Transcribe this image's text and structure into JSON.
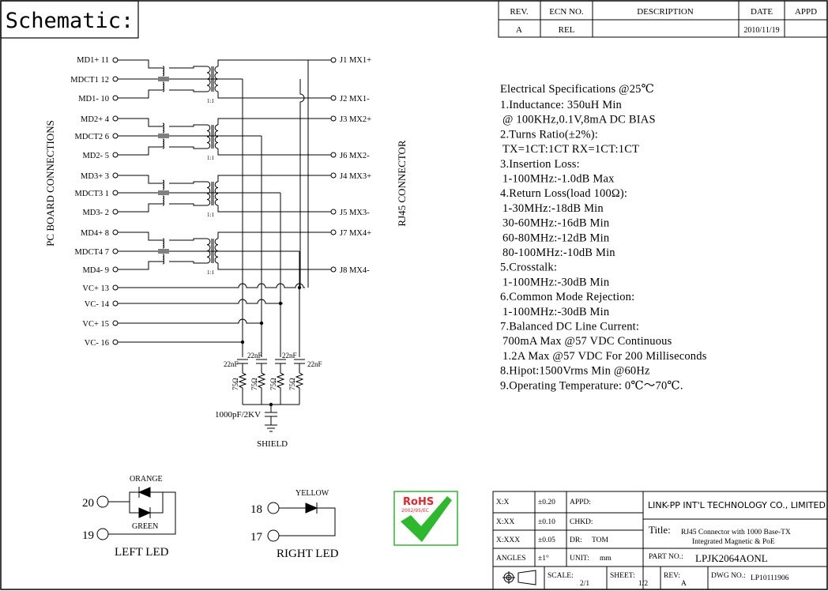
{
  "title": "Schematic:",
  "revision_table": {
    "headers": [
      "REV.",
      "ECN NO.",
      "DESCRIPTION",
      "DATE",
      "APPD"
    ],
    "row": [
      "A",
      "REL",
      "",
      "2010/11/19",
      ""
    ]
  },
  "side_labels": {
    "left": "PC BOARD CONNECTIONS",
    "right": "RJ45 CONNECTOR"
  },
  "left_pins": [
    "MD1+ 11",
    "MDCT1 12",
    "MD1- 10",
    "MD2+ 4",
    "MDCT2 6",
    "MD2- 5",
    "MD3+ 3",
    "MDCT3 1",
    "MD3- 2",
    "MD4+ 8",
    "MDCT4 7",
    "MD4- 9",
    "VC+ 13",
    "VC- 14",
    "VC+ 15",
    "VC- 16"
  ],
  "right_pins": [
    "J1 MX1+",
    "J2 MX1-",
    "J3 MX2+",
    "J6 MX2-",
    "J4 MX3+",
    "J5 MX3-",
    "J7 MX4+",
    "J8 MX4-"
  ],
  "ratio_label": "1:1",
  "components": {
    "cap": "22nF",
    "res": "75Ω",
    "hv_cap": "1000pF/2KV",
    "shield": "SHIELD"
  },
  "specs": {
    "heading": "Electrical Specifications @25℃",
    "lines": [
      "1.Inductance: 350uH Min",
      "  @ 100KHz,0.1V,8mA DC BIAS",
      "2.Turns Ratio(±2%):",
      "  TX=1CT:1CT      RX=1CT:1CT",
      "3.Insertion Loss:",
      "  1-100MHz:-1.0dB Max",
      "4.Return Loss(load 100Ω):",
      "  1-30MHz:-18dB Min",
      "  30-60MHz:-16dB Min",
      "  60-80MHz:-12dB Min",
      "  80-100MHz:-10dB Min",
      "5.Crosstalk:",
      "  1-100MHz:-30dB Min",
      "6.Common Mode Rejection:",
      "  1-100MHz:-30dB Min",
      "7.Balanced DC Line Current:",
      "  700mA Max @57 VDC Continuous",
      "  1.2A Max @57 VDC For 200 Milliseconds",
      "8.Hipot:1500Vrms Min @60Hz",
      "9.Operating Temperature: 0℃～70℃."
    ]
  },
  "leds": {
    "left": {
      "pin_top": "20",
      "pin_bottom": "19",
      "color_top": "ORANGE",
      "color_bottom": "GREEN",
      "label": "LEFT LED"
    },
    "right": {
      "pin_top": "18",
      "pin_bottom": "17",
      "color": "YELLOW",
      "label": "RIGHT LED"
    }
  },
  "rohs": {
    "text": "RoHS",
    "sub": "2002/95/EC",
    "accent": "#2db82d",
    "text_color": "#e8242a"
  },
  "title_block": {
    "tol": [
      [
        "X:X",
        "±0.20"
      ],
      [
        "X:XX",
        "±0.10"
      ],
      [
        "X:XXX",
        "±0.05"
      ],
      [
        "ANGLES",
        "±1°"
      ]
    ],
    "appd": "APPD:",
    "chkd": "CHKD:",
    "dr_label": "DR:",
    "dr": "TOM",
    "unit_label": "UNIT:",
    "unit": "mm",
    "company": "LINK-PP INT'L TECHNOLOGY CO., LIMITED",
    "title_label": "Title:",
    "title_line1": "RJ45 Connector with 1000 Base-TX",
    "title_line2": "Integrated Magnetic & PoE",
    "part_label": "PART NO.:",
    "part_no": "LPJK2064AONL",
    "scale_label": "SCALE:",
    "scale": "2/1",
    "sheet_label": "SHEET:",
    "sheet": "1/2",
    "rev_label": "REV:",
    "rev": "A",
    "dwg_label": "DWG NO.:",
    "dwg": "LP10111906"
  }
}
